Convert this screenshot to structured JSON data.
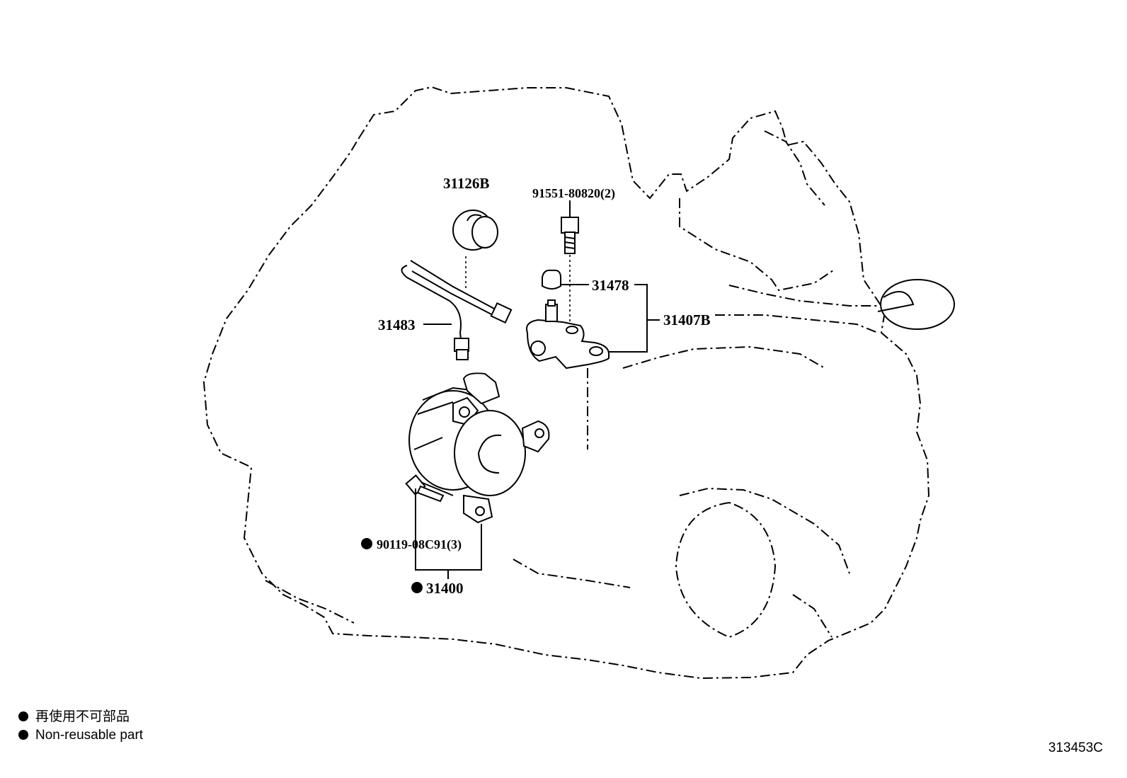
{
  "labels": {
    "grommet": "31126B",
    "bolt": "91551-80820(2)",
    "bleeder_cap": "31478",
    "tube": "31483",
    "bracket": "31407B",
    "bolt_set": "90119-08C91(3)",
    "cylinder_assy": "31400"
  },
  "legend": {
    "jp": "再使用不可部品",
    "en": "Non-reusable part"
  },
  "figure_code": "313453C"
}
